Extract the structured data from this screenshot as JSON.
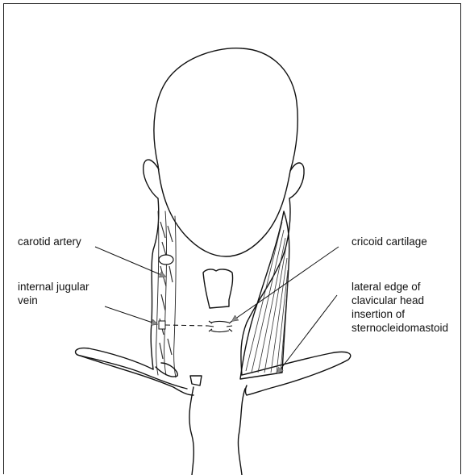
{
  "labels": {
    "carotid_artery": "carotid artery",
    "internal_jugular_vein_line1": "internal jugular",
    "internal_jugular_vein_line2": "vein",
    "cricoid_cartilage": "cricoid cartilage",
    "lateral_edge_line1": "lateral edge of",
    "lateral_edge_line2": "clavicular head",
    "lateral_edge_line3": "insertion of",
    "lateral_edge_line4": "sternocleidomastoid"
  },
  "colors": {
    "line": "#111111",
    "arrowhead": "#888888",
    "background": "#ffffff"
  }
}
